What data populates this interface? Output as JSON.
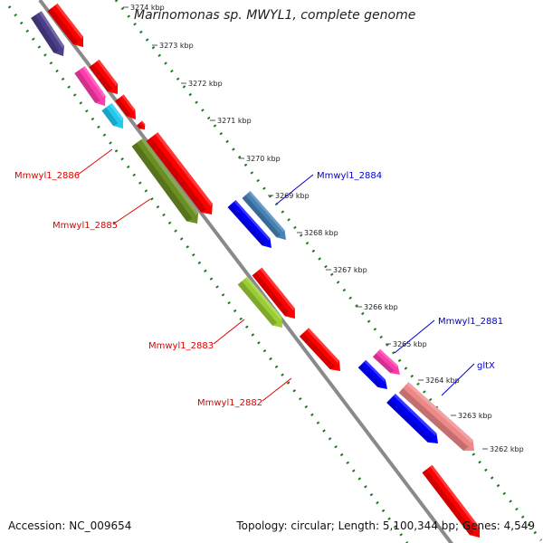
{
  "title": "Marinomonas sp. MWYL1, complete genome",
  "footer": {
    "accession": "Accession: NC_009654",
    "summary": "Topology: circular; Length: 5,100,344 bp; Genes: 4,549"
  },
  "ticks": [
    "3274 kbp",
    "3273 kbp",
    "3272 kbp",
    "3271 kbp",
    "3270 kbp",
    "3269 kbp",
    "3268 kbp",
    "3267 kbp",
    "3266 kbp",
    "3265 kbp",
    "3264 kbp",
    "3263 kbp",
    "3262 kbp"
  ],
  "labels": {
    "reverse": [
      "Mmwyl1_2886",
      "Mmwyl1_2885",
      "Mmwyl1_2883",
      "Mmwyl1_2882"
    ],
    "forward": [
      "Mmwyl1_2884",
      "Mmwyl1_2881",
      "gltX"
    ]
  },
  "colors": {
    "backbone": "#8a8a8a",
    "track_dots": "#1f7a1f",
    "red_gene": "#ff0000",
    "blue_gene": "#0000ff",
    "steel_gene": "#4682b4",
    "pink_gene": "#ff3cac",
    "salmon_gene": "#ee8888",
    "purple_gene": "#4b3f8c",
    "cyan_gene": "#21c8f0",
    "olive_gene": "#6b8e23",
    "lime_gene": "#9acd32",
    "reverse_label": "#e00000",
    "forward_label": "#0000cc"
  }
}
